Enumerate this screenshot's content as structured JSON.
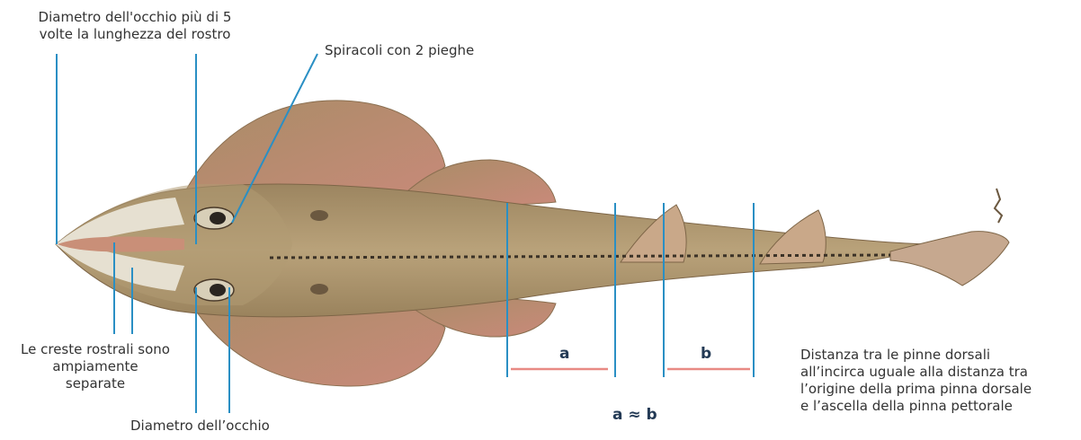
{
  "labels": {
    "eye_rostrum": [
      "Diametro dell'occhio più di 5",
      "volte  la lunghezza del rostro"
    ],
    "spiracles": "Spiracoli con 2 pieghe",
    "rostral_ridges": [
      "Le creste rostrali sono",
      "ampiamente",
      "separate"
    ],
    "eye_diameter": "Diametro dell’occhio",
    "dorsal_distance": [
      "Distanza tra le pinne dorsali",
      "all’incirca uguale alla distanza tra",
      "l’origine della prima pinna dorsale",
      "e l’ascella della pinna pettorale"
    ],
    "measure_a": "a",
    "measure_b": "b",
    "equation": "a ≈ b"
  },
  "colors": {
    "callout_line": "#2a8fc4",
    "measure_line": "#e88a84",
    "measure_text": "#233a55",
    "body": "#a8926a",
    "fin_edge": "#c7796c"
  }
}
